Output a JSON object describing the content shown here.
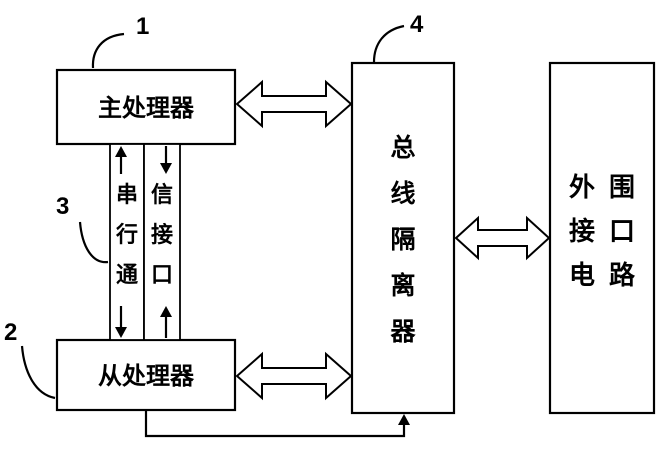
{
  "blocks": {
    "main_processor": "主处理器",
    "slave_processor": "从处理器",
    "serial_comm": [
      "串",
      "行",
      "通"
    ],
    "interface_chars": [
      "信",
      "接",
      "口"
    ],
    "bus_isolator": [
      "总",
      "线",
      "隔",
      "离",
      "器"
    ],
    "peripheral": [
      "外",
      "围",
      "接",
      "口",
      "电",
      "路"
    ]
  },
  "callouts": {
    "main_processor": "1",
    "slave_processor": "2",
    "serial_interface": "3",
    "bus_isolator": "4"
  }
}
